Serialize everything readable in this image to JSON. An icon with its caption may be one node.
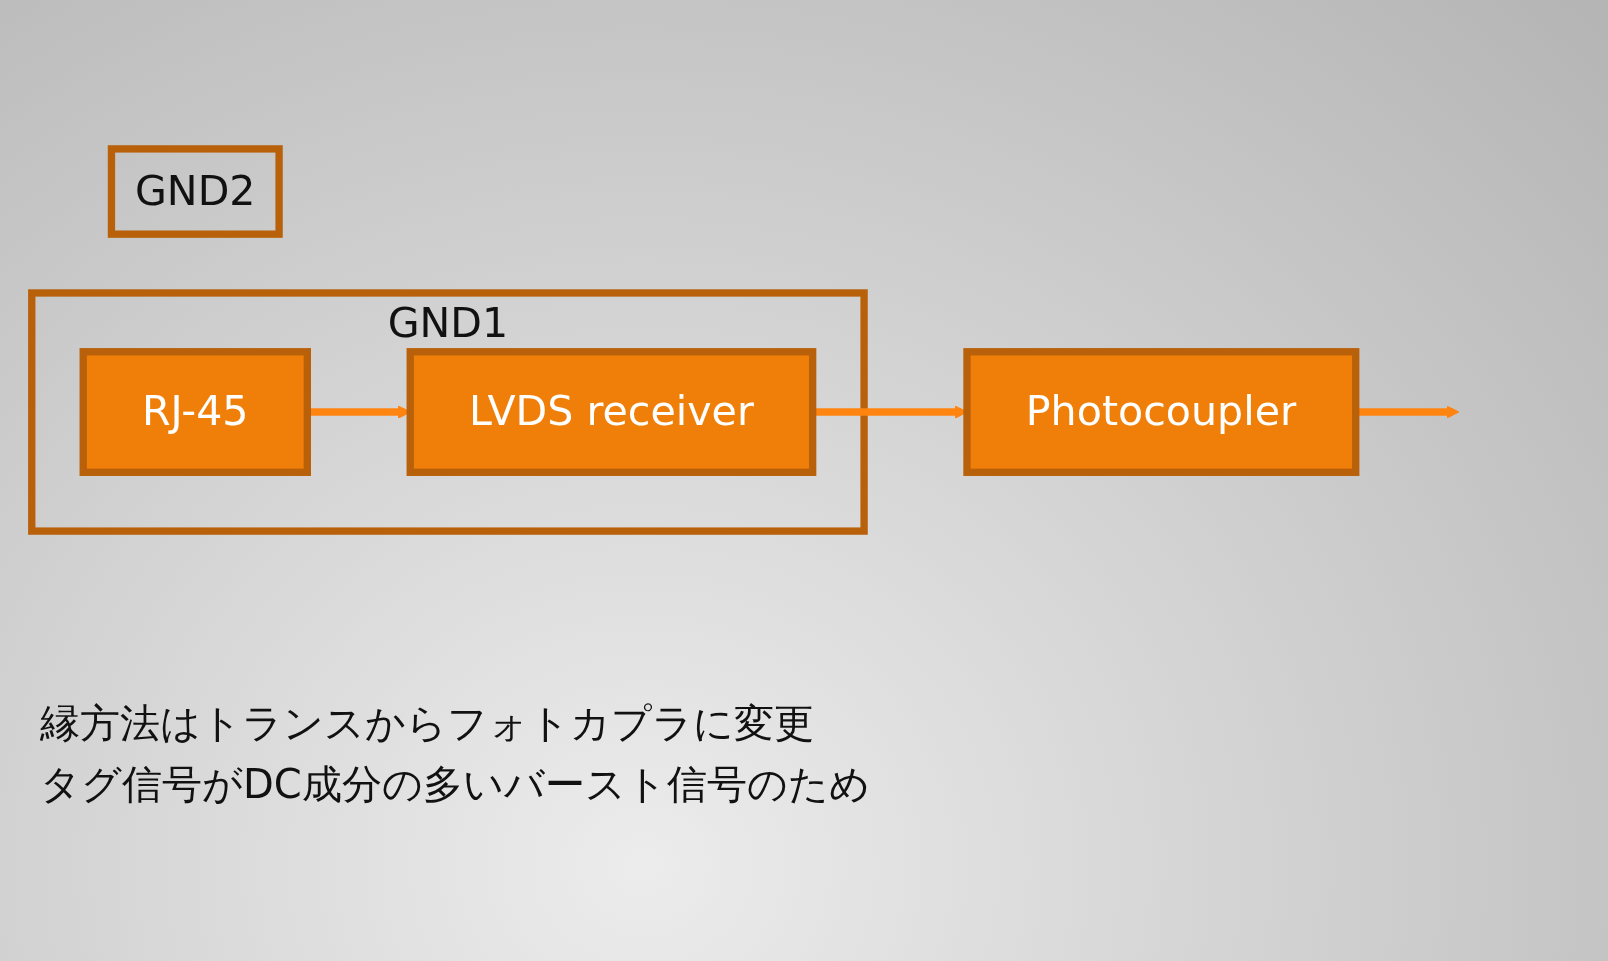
{
  "diagram": {
    "nodes": [
      {
        "text": [
          "GND1"
        ]
      },
      {
        "text": [
          "RJ-45"
        ],
        "in": 0
      },
      {
        "text": [
          "LVDS receiver"
        ],
        "in": 0
      },
      {
        "text": [
          "Photocoupler"
        ]
      },
      {
        "text": [
          "GND2"
        ]
      }
    ],
    "edges": [
      {
        "from": 1,
        "to": 2,
        "arrow": "to"
      },
      {
        "from": 2,
        "to": 3,
        "arrow": "to"
      },
      {
        "from": 3,
        "to": null,
        "arrow": "to"
      }
    ],
    "labels": [
      "縁方法はトランスからフォトカプラに変更",
      "タグ信号がDC成分の多いバースト信号のため"
    ]
  }
}
